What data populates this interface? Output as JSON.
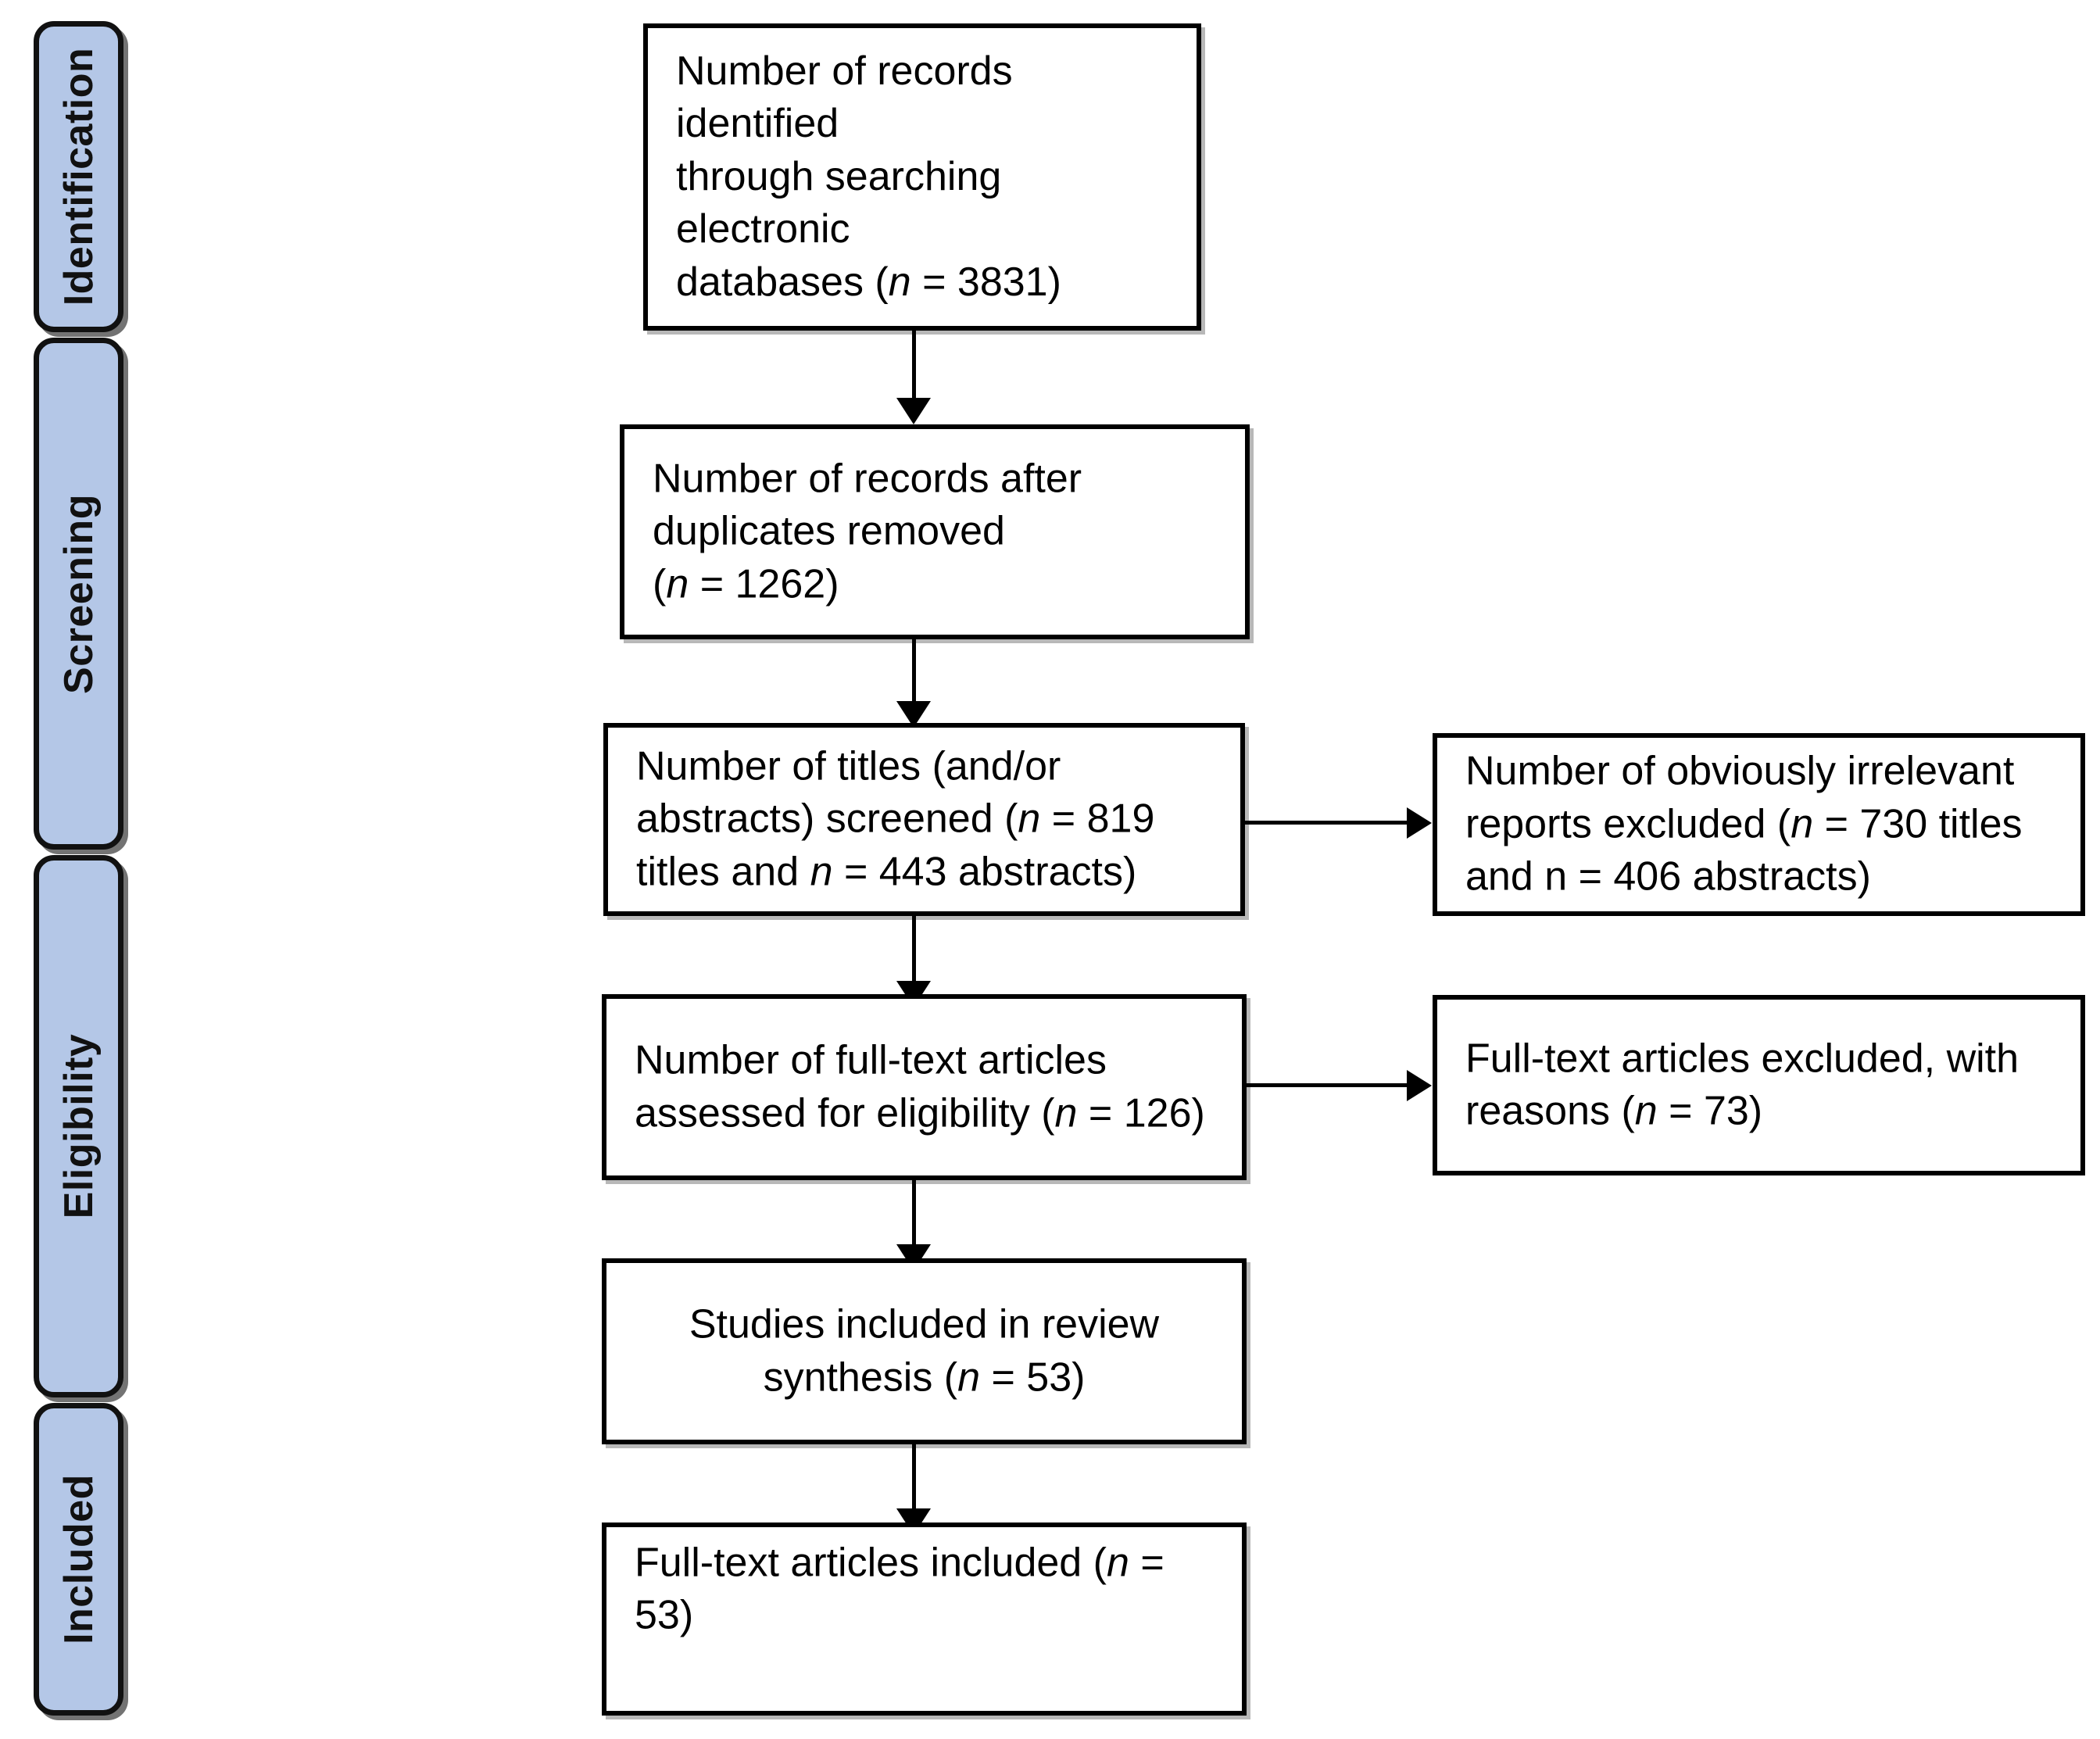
{
  "diagram": {
    "type": "prisma-flow-diagram",
    "accent_color": "#b4c7e7",
    "line_color": "#000000",
    "background_color": "#ffffff"
  },
  "stages": [
    {
      "id": "identification",
      "label": "Identification"
    },
    {
      "id": "screening",
      "label": "Screening"
    },
    {
      "id": "eligibility",
      "label": "Eligibility"
    },
    {
      "id": "included",
      "label": "Included"
    }
  ],
  "boxes": {
    "identified": {
      "id": "records-identified",
      "line1": "Number of records identified",
      "line2": "through searching electronic",
      "line3_pre": "databases (",
      "line3_n": "n",
      "line3_post": " = 3831)",
      "n_value": 3831
    },
    "deduplicated": {
      "id": "records-after-duplicates-removed",
      "line1": "Number of records after",
      "line2": "duplicates removed",
      "line3_pre": "(",
      "line3_n": "n",
      "line3_post": " = 1262)",
      "n_value": 1262
    },
    "screened": {
      "id": "titles-abstracts-screened",
      "line1": "Number of titles (and/or",
      "line2_pre": "abstracts) screened (",
      "line2_n": "n",
      "line2_post": " = 819",
      "line3_pre": "titles and ",
      "line3_n": "n",
      "line3_post": " = 443 abstracts)",
      "n_titles": 819,
      "n_abstracts": 443
    },
    "irrelevant_excluded": {
      "id": "obviously-irrelevant-excluded",
      "line1": "Number of obviously irrelevant",
      "line2_pre": "reports excluded (",
      "line2_n": "n",
      "line2_post": " = 730 titles",
      "line3": "and n = 406 abstracts)",
      "n_titles": 730,
      "n_abstracts": 406
    },
    "fulltext_assessed": {
      "id": "full-text-assessed-for-eligibility",
      "line1": "Number of full-text articles",
      "line2_pre": "assessed for eligibility (",
      "line2_n": "n",
      "line2_post": " = 126)",
      "n_value": 126
    },
    "fulltext_excluded": {
      "id": "full-text-excluded-with-reasons",
      "line1": "Full-text articles excluded, with",
      "line2_pre": "reasons (",
      "line2_n": "n",
      "line2_post": " = 73)",
      "n_value": 73
    },
    "synthesis": {
      "id": "studies-included-in-review-synthesis",
      "line1": "Studies included in review",
      "line2_pre": "synthesis (",
      "line2_n": "n",
      "line2_post": " = 53)",
      "n_value": 53
    },
    "included": {
      "id": "full-text-articles-included",
      "line1_pre": "Full-text articles included (",
      "line1_n": "n",
      "line1_post": " = 53)",
      "n_value": 53
    }
  },
  "chart_data": {
    "type": "diagram",
    "title": "PRISMA flow diagram",
    "nodes": [
      {
        "stage": "Identification",
        "label": "Number of records identified through searching electronic databases",
        "n": 3831
      },
      {
        "stage": "Screening",
        "label": "Number of records after duplicates removed",
        "n": 1262
      },
      {
        "stage": "Screening",
        "label": "Number of titles (and/or abstracts) screened",
        "n_titles": 819,
        "n_abstracts": 443
      },
      {
        "stage": "Screening",
        "label": "Number of obviously irrelevant reports excluded",
        "n_titles": 730,
        "n_abstracts": 406
      },
      {
        "stage": "Eligibility",
        "label": "Number of full-text articles assessed for eligibility",
        "n": 126
      },
      {
        "stage": "Eligibility",
        "label": "Full-text articles excluded, with reasons",
        "n": 73
      },
      {
        "stage": "Eligibility",
        "label": "Studies included in review synthesis",
        "n": 53
      },
      {
        "stage": "Included",
        "label": "Full-text articles included",
        "n": 53
      }
    ],
    "edges": [
      {
        "from": "records identified",
        "to": "records after duplicates removed",
        "direction": "down"
      },
      {
        "from": "records after duplicates removed",
        "to": "titles/abstracts screened",
        "direction": "down"
      },
      {
        "from": "titles/abstracts screened",
        "to": "obviously irrelevant excluded",
        "direction": "right"
      },
      {
        "from": "titles/abstracts screened",
        "to": "full-text assessed",
        "direction": "down"
      },
      {
        "from": "full-text assessed",
        "to": "full-text excluded with reasons",
        "direction": "right"
      },
      {
        "from": "full-text assessed",
        "to": "studies included in review synthesis",
        "direction": "down"
      },
      {
        "from": "studies included in review synthesis",
        "to": "full-text articles included",
        "direction": "down"
      }
    ]
  }
}
